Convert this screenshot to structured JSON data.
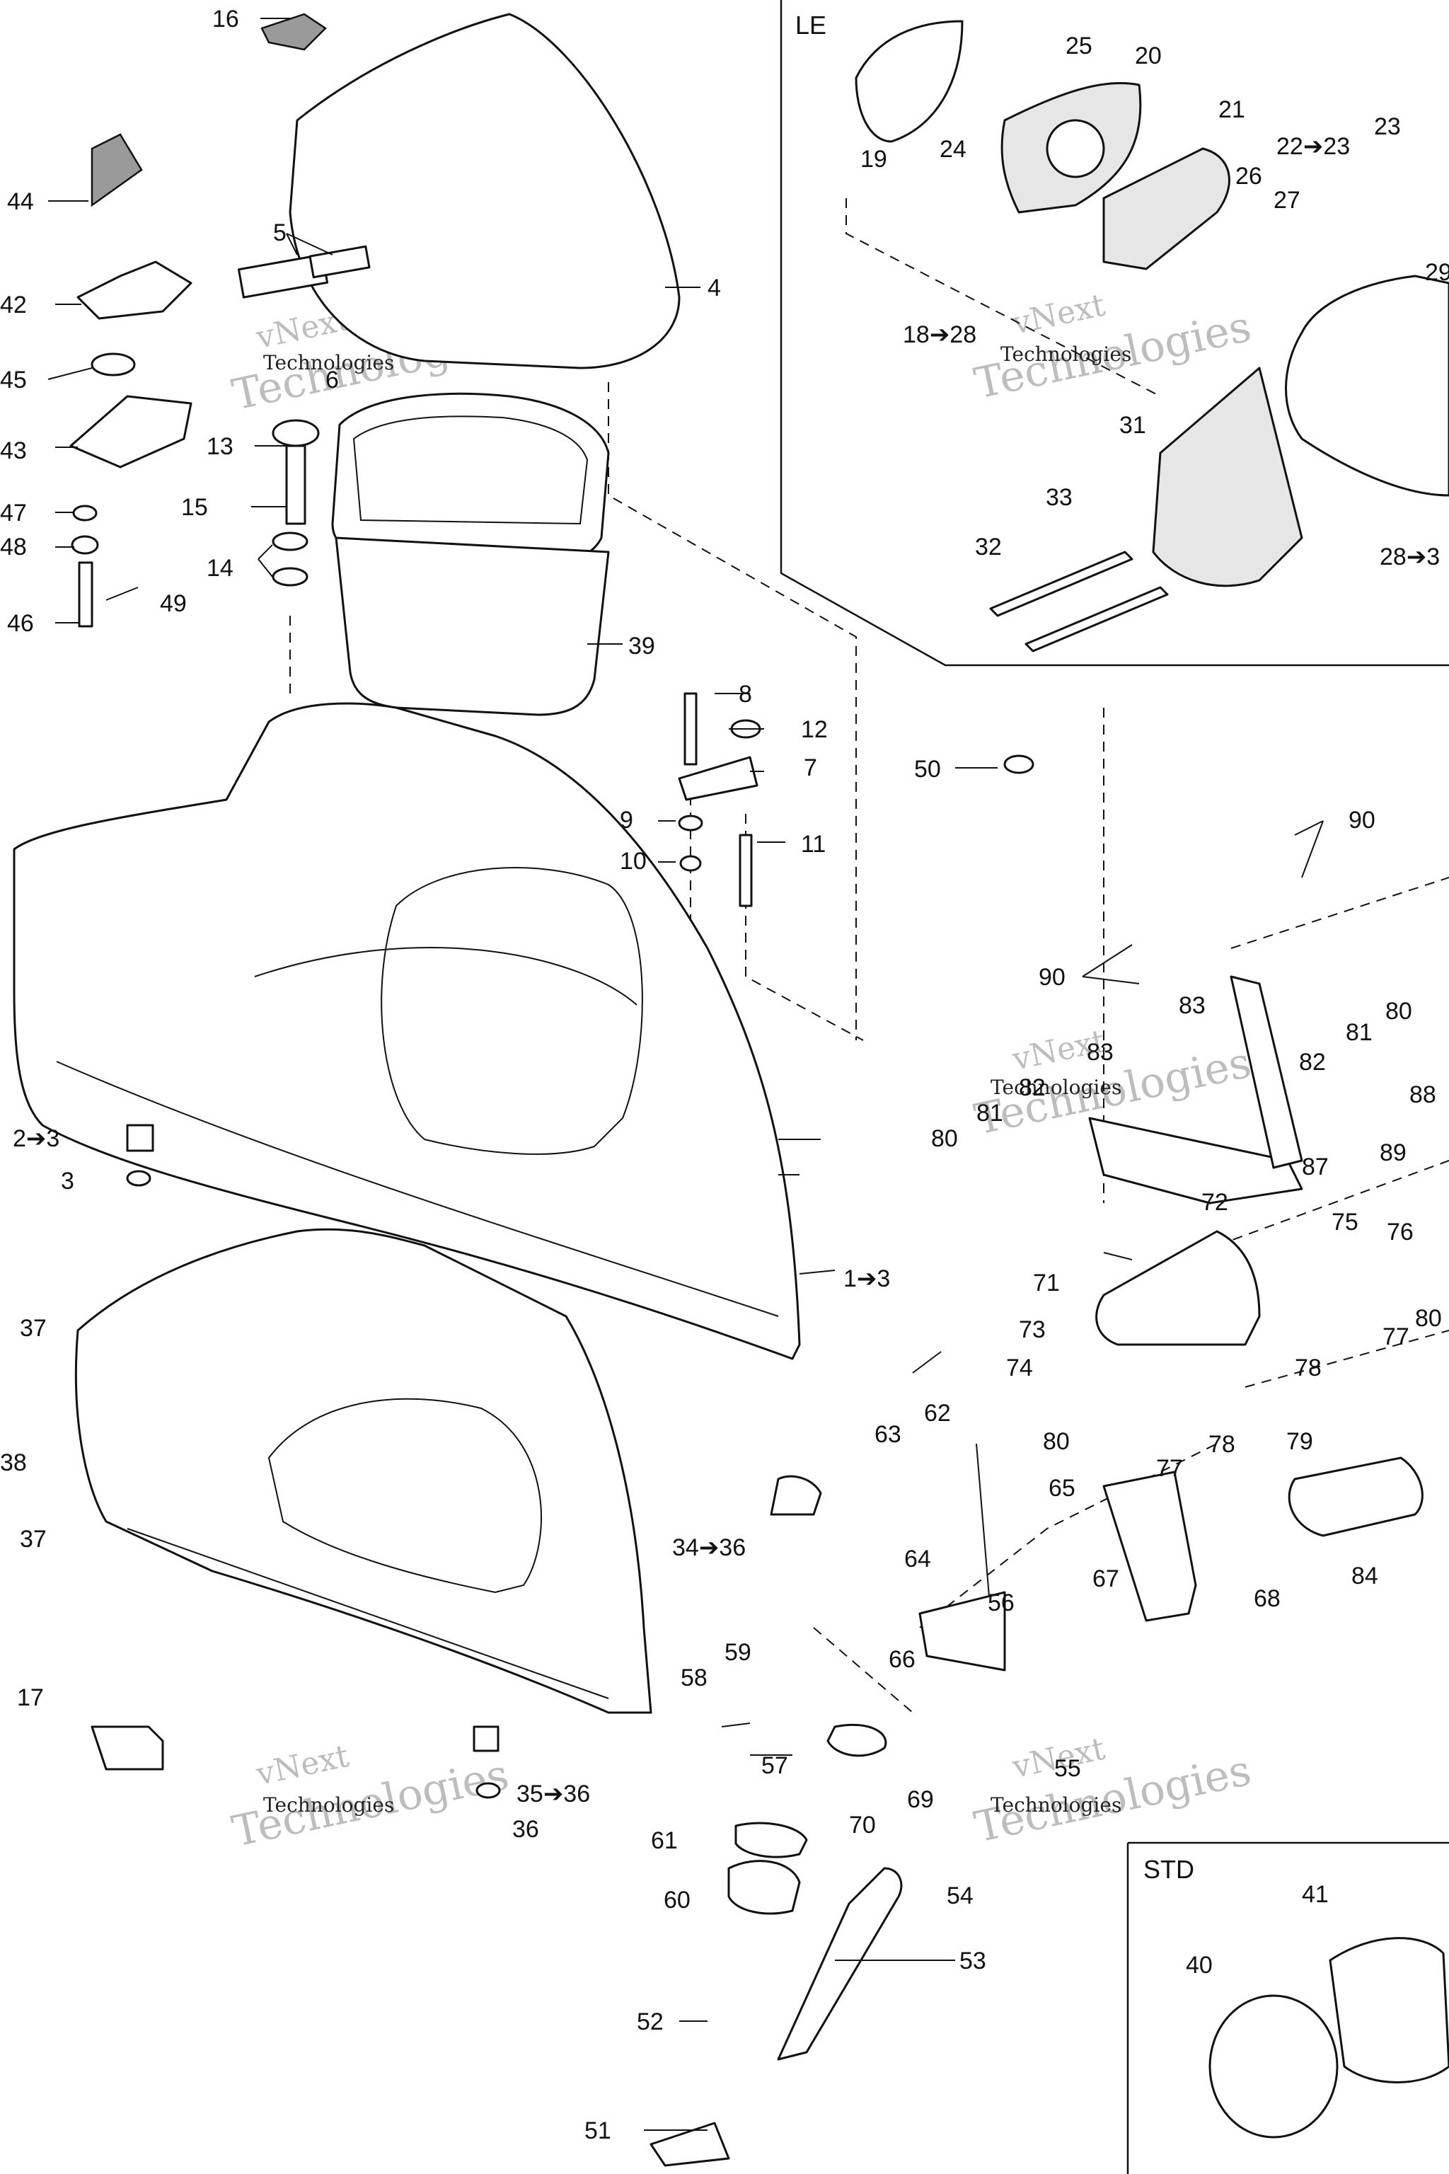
{
  "boxes": {
    "le": "LE",
    "std": "STD"
  },
  "watermark": {
    "line1": "vNext",
    "line2": "Technologies",
    "line3": "Technologies"
  },
  "callouts": {
    "c1": "1➔3",
    "c2": "2➔3",
    "c3": "3",
    "c4": "4",
    "c5": "5",
    "c6": "6",
    "c7": "7",
    "c8": "8",
    "c9": "9",
    "c10": "10",
    "c11": "11",
    "c12": "12",
    "c13": "13",
    "c14": "14",
    "c15": "15",
    "c16": "16",
    "c17": "17",
    "c18": "18➔28",
    "c19": "19",
    "c20": "20",
    "c21": "21",
    "c22": "22➔23",
    "c23": "23",
    "c24": "24",
    "c25": "25",
    "c26": "26",
    "c27": "27",
    "c28a": "28➔3",
    "c29": "29",
    "c31": "31",
    "c32": "32",
    "c33": "33",
    "c34": "34➔36",
    "c35": "35➔36",
    "c36": "36",
    "c37a": "37",
    "c37b": "37",
    "c38": "38",
    "c39": "39",
    "c40": "40",
    "c41": "41",
    "c42": "42",
    "c43": "43",
    "c44": "44",
    "c45": "45",
    "c46": "46",
    "c47": "47",
    "c48": "48",
    "c49": "49",
    "c50": "50",
    "c51": "51",
    "c52": "52",
    "c53": "53",
    "c54": "54",
    "c55": "55",
    "c56": "56",
    "c57": "57",
    "c58": "58",
    "c59": "59",
    "c60": "60",
    "c61": "61",
    "c62": "62",
    "c63": "63",
    "c64": "64",
    "c65": "65",
    "c66": "66",
    "c67": "67",
    "c68": "68",
    "c69": "69",
    "c70": "70",
    "c71": "71",
    "c72": "72",
    "c73": "73",
    "c74": "74",
    "c75": "75",
    "c76": "76",
    "c77a": "77",
    "c77b": "77",
    "c78a": "78",
    "c78b": "78",
    "c79": "79",
    "c80a": "80",
    "c80b": "80",
    "c80c": "80",
    "c80d": "80",
    "c81a": "81",
    "c81b": "81",
    "c82a": "82",
    "c82b": "82",
    "c83a": "83",
    "c83b": "83",
    "c84": "84",
    "c87": "87",
    "c88": "88",
    "c89": "89",
    "c90a": "90",
    "c90b": "90"
  }
}
